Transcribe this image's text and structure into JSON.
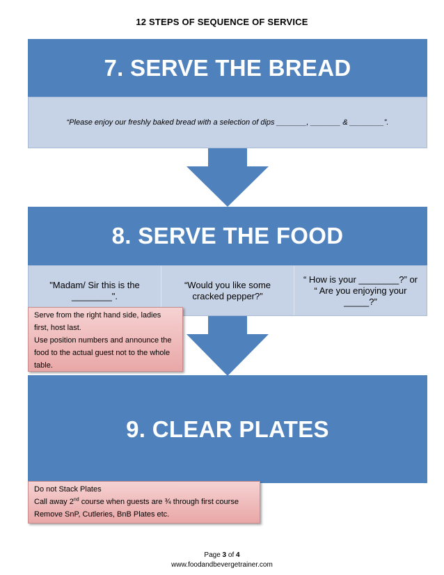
{
  "document": {
    "title": "12 STEPS OF SEQUENCE OF SERVICE"
  },
  "steps": [
    {
      "heading": "7. SERVE THE BREAD",
      "quote": "“Please enjoy our freshly baked bread with a selection of dips _______, _______ & ________”."
    },
    {
      "heading": "8. SERVE THE FOOD",
      "cells": [
        "\"Madam/ Sir this is the ________\".",
        "“Would you like some cracked pepper?”",
        "“ How is your ________?” or\n“ Are you enjoying your _____?”"
      ],
      "note": [
        "Serve from the right hand side, ladies first, host last.",
        "Use position numbers and announce the food to the actual guest not to the whole table."
      ]
    },
    {
      "heading": "9. CLEAR PLATES",
      "note": {
        "line1": "Do not Stack Plates",
        "line2_pre": "Call away 2",
        "line2_sup": "nd",
        "line2_post": " course when guests are ¾ through first course",
        "line3": "Remove SnP, Cutleries, BnB Plates etc."
      }
    }
  ],
  "footer": {
    "page_label": "Page ",
    "page_current": "3",
    "page_of": " of ",
    "page_total": "4",
    "url": "www.foodandbevergetrainer.com"
  },
  "colors": {
    "header_blue": "#4f81bd",
    "light_blue": "#c6d2e6",
    "note_pink": "#e9a7a7"
  }
}
